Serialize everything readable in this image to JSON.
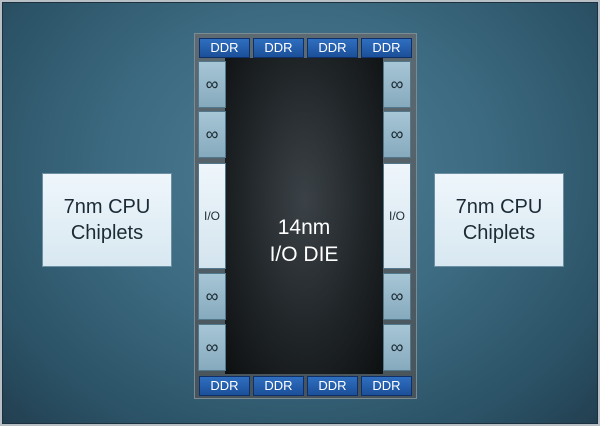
{
  "chiplets": {
    "left": {
      "line1": "7nm CPU",
      "line2": "Chiplets"
    },
    "right": {
      "line1": "7nm CPU",
      "line2": "Chiplets"
    }
  },
  "io_die": {
    "line1": "14nm",
    "line2": "I/O DIE",
    "ddr_top": [
      "DDR",
      "DDR",
      "DDR",
      "DDR"
    ],
    "ddr_bottom": [
      "DDR",
      "DDR",
      "DDR",
      "DDR"
    ],
    "infinity_symbol": "∞",
    "io_label": "I/O"
  },
  "colors": {
    "background": "#3c6a80",
    "ddr": "#2f6fc0",
    "chiplet": "#e4eff6",
    "die_core": "#202528"
  }
}
